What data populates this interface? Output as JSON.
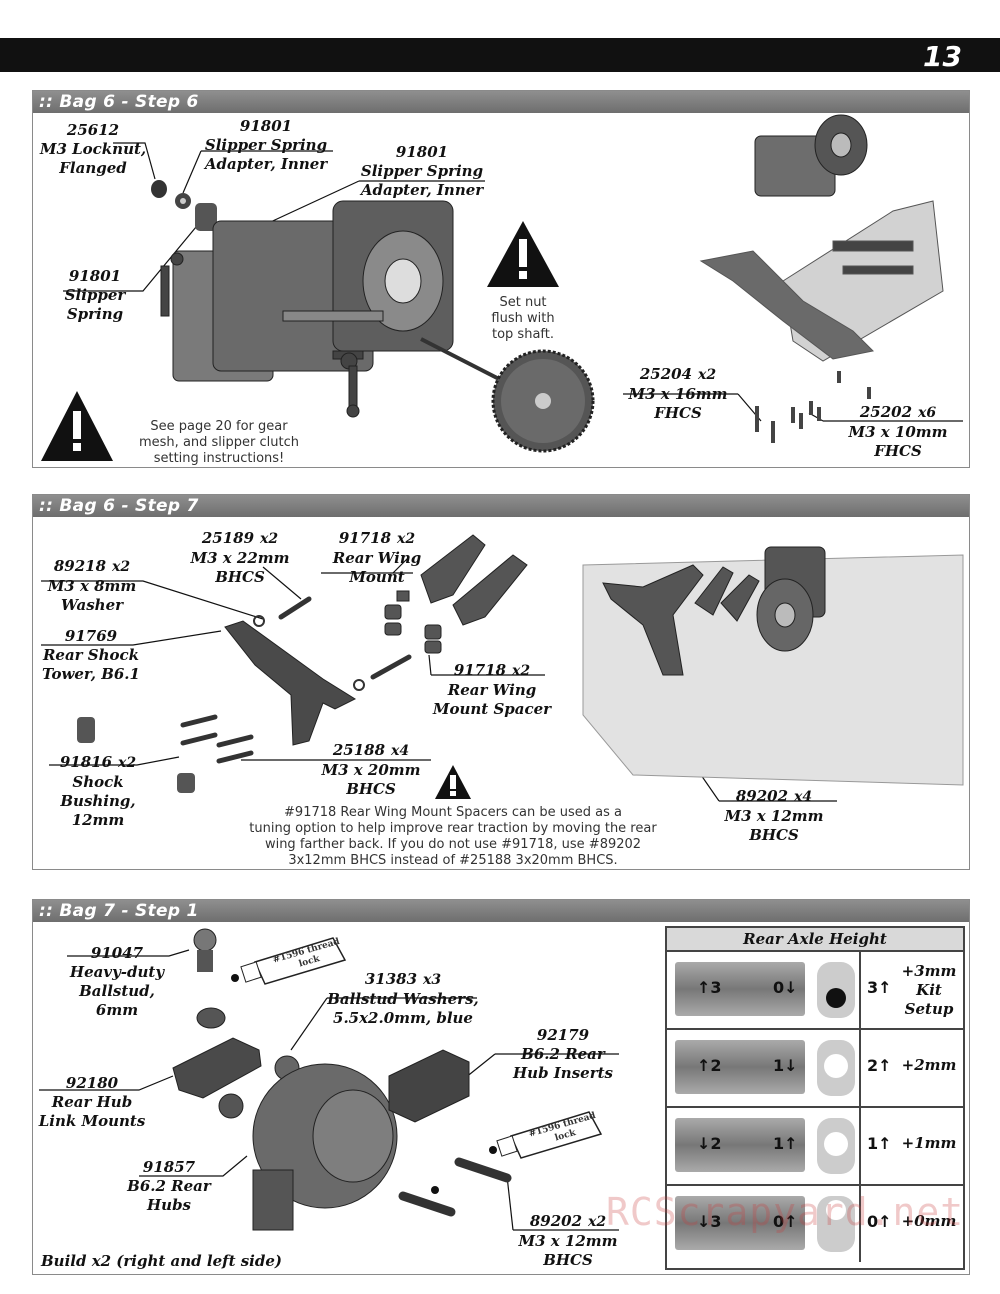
{
  "page_number": "13",
  "step1": {
    "title": ":: Bag 6 - Step 6",
    "parts": {
      "locknut": {
        "num": "25612",
        "name1": "M3 Locknut,",
        "name2": "Flanged"
      },
      "adapter_a": {
        "num": "91801",
        "name1": "Slipper Spring",
        "name2": "Adapter, Inner"
      },
      "adapter_b": {
        "num": "91801",
        "name1": "Slipper Spring",
        "name2": "Adapter, Inner"
      },
      "spring": {
        "num": "91801",
        "name1": "Slipper",
        "name2": "Spring"
      },
      "fhcs16": {
        "num": "25204",
        "qty": "x2",
        "name1": "M3 x 16mm",
        "name2": "FHCS"
      },
      "fhcs10": {
        "num": "25202",
        "qty": "x6",
        "name1": "M3 x 10mm",
        "name2": "FHCS"
      }
    },
    "note_nut": [
      "Set nut",
      "flush with",
      "top shaft."
    ],
    "note_gear": [
      "See page 20 for gear",
      "mesh, and slipper clutch",
      "setting instructions!"
    ]
  },
  "step2": {
    "title": ":: Bag 6 - Step 7",
    "parts": {
      "bhcs22": {
        "num": "25189",
        "qty": "x2",
        "name1": "M3 x 22mm",
        "name2": "BHCS"
      },
      "wingmount": {
        "num": "91718",
        "qty": "x2",
        "name1": "Rear Wing",
        "name2": "Mount"
      },
      "washer": {
        "num": "89218",
        "qty": "x2",
        "name1": "M3 x 8mm",
        "name2": "Washer"
      },
      "tower": {
        "num": "91769",
        "name1": "Rear Shock",
        "name2": "Tower, B6.1"
      },
      "spacer": {
        "num": "91718",
        "qty": "x2",
        "name1": "Rear Wing",
        "name2": "Mount Spacer"
      },
      "bushing": {
        "num": "91816",
        "qty": "x2",
        "name1": "Shock",
        "name2": "Bushing,",
        "name3": "12mm"
      },
      "bhcs20": {
        "num": "25188",
        "qty": "x4",
        "name1": "M3 x 20mm",
        "name2": "BHCS"
      },
      "bhcs12": {
        "num": "89202",
        "qty": "x4",
        "name1": "M3 x 12mm",
        "name2": "BHCS"
      }
    },
    "note_spacer": [
      "#91718 Rear Wing Mount Spacers can be used as a",
      "tuning option to help improve rear traction by moving the rear",
      "wing farther back.  If you do not use #91718, use #89202",
      "3x12mm BHCS instead of #25188 3x20mm BHCS."
    ]
  },
  "step3": {
    "title": ":: Bag 7 - Step 1",
    "parts": {
      "ballstud": {
        "num": "91047",
        "name1": "Heavy-duty",
        "name2": "Ballstud,",
        "name3": "6mm"
      },
      "threadlock": "#1596 thread lock",
      "washers": {
        "num": "31383",
        "qty": "x3",
        "name1": "Ballstud Washers,",
        "name2": "5.5x2.0mm, blue"
      },
      "inserts": {
        "num": "92179",
        "name1": "B6.2 Rear",
        "name2": "Hub Inserts"
      },
      "linkmounts": {
        "num": "92180",
        "name1": "Rear Hub",
        "name2": "Link Mounts"
      },
      "hubs": {
        "num": "91857",
        "name1": "B6.2 Rear",
        "name2": "Hubs"
      },
      "bhcs12": {
        "num": "89202",
        "qty": "x2",
        "name1": "M3 x 12mm",
        "name2": "BHCS"
      }
    },
    "build_note": "Build x2 (right and left side)",
    "axle_table": {
      "title": "Rear Axle Height",
      "rows": [
        {
          "left": "3",
          "right": "0",
          "marker": "3",
          "value1": "+3mm",
          "value2": "Kit",
          "value3": "Setup"
        },
        {
          "left": "2",
          "right": "1",
          "marker": "2",
          "value1": "+2mm"
        },
        {
          "left": "2",
          "right": "1",
          "marker": "1",
          "value1": "+1mm"
        },
        {
          "left": "3",
          "right": "0",
          "marker": "0",
          "value1": "+0mm"
        }
      ]
    }
  },
  "watermark": "RCScrapyard.net"
}
